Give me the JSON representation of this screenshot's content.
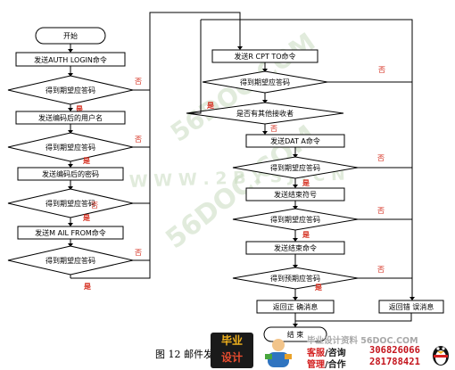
{
  "diagram": {
    "left_column": {
      "start": "开始",
      "step_auth": "发送AUTH LOGIN命令",
      "check_1": "得到期望应答码",
      "step_user": "发送编码后的用户名",
      "check_2": "得到期望应答码",
      "step_pass": "发送编码后的密码",
      "check_3": "得到期望应答码",
      "step_mailfrom": "发送M AIL FROM命令",
      "check_4": "得到期望应答码"
    },
    "right_column": {
      "step_rcpt": "发送R CPT TO命令",
      "check_5": "得到期望应答码",
      "check_more": "是否有其他接收者",
      "step_data": "发送DAT A命令",
      "check_6": "得到期望应答码",
      "step_end_mark": "发送结束符号",
      "check_7": "得到期望应答码",
      "step_end_cmd": "发送结束命令",
      "check_8": "得到预期应答码",
      "ret_ok": "返回正 确消息",
      "ret_err": "返回错 误消息",
      "end": "结 束"
    },
    "yes_label": "是",
    "no_label": "否"
  },
  "caption": "图 12 邮件发",
  "watermarks": [
    "56DOC.COM",
    "W W W . 2 B Y S J . C N",
    "56DOC.COM"
  ],
  "banner": {
    "logo_line1": "毕业",
    "logo_line2": "设计",
    "site": "毕业设计资料 56DOC.COM",
    "service_a": "客服",
    "service_a_suffix": "/咨询",
    "service_b": "管理",
    "service_b_suffix": "/合作",
    "qq1": "306826066",
    "qq2": "281788421"
  },
  "colors": {
    "yes_no": "#d42a1a",
    "watermark": "#c9dcc0",
    "qq": "#c4141c"
  }
}
